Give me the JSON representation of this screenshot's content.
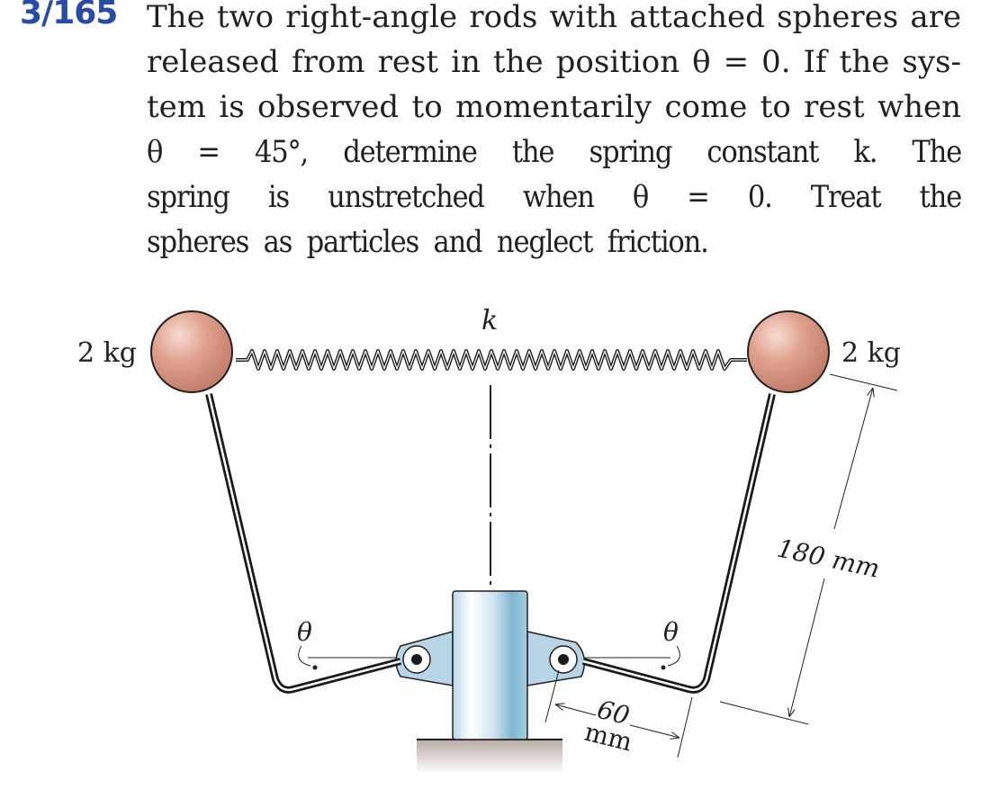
{
  "problem": {
    "number": "3/165",
    "lines": [
      "The two right-angle rods with attached spheres are",
      "released from rest in the position θ = 0. If the sys-",
      "tem is observed to momentarily come to rest when",
      "θ = 45°, determine the spring constant k. The",
      "spring is unstretched when θ = 0. Treat the",
      "spheres as particles and neglect friction."
    ]
  },
  "diagram": {
    "left_mass_label": "2 kg",
    "right_mass_label": "2 kg",
    "spring_label": "k",
    "left_angle_label": "θ",
    "right_angle_label": "θ",
    "rod_length_label": "180 mm",
    "arm_length_value": "60",
    "arm_length_unit": "mm",
    "colors": {
      "accent_number": "#2a4aa8",
      "sphere": "#d99a86",
      "post": "#a8d0e4",
      "bracket": "#b7d5e6",
      "ground": "#c9bfb7",
      "ink": "#231f20"
    }
  }
}
